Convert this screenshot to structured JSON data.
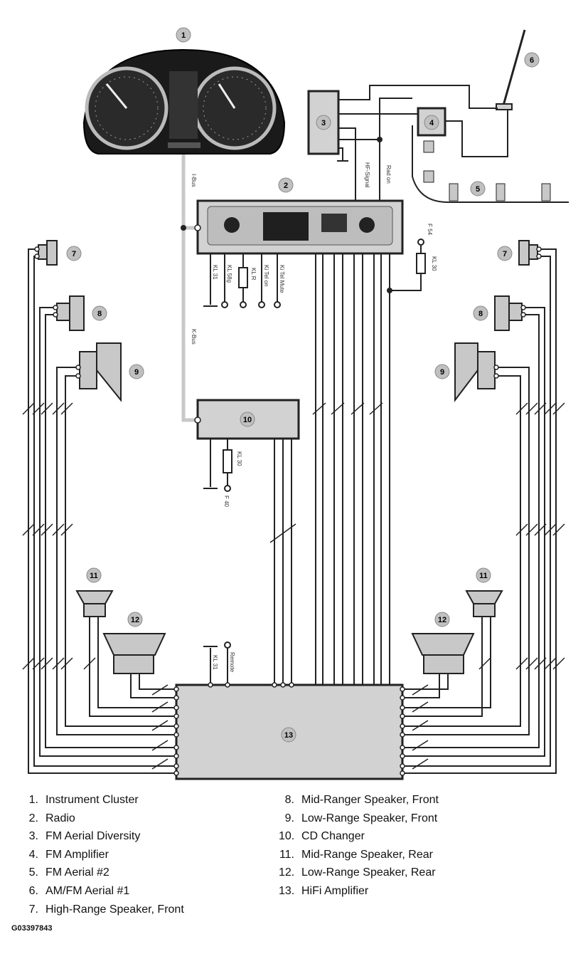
{
  "colors": {
    "wire": "#222222",
    "bus": "#c8c8c8",
    "box_fill": "#d2d2d2",
    "badge_fill": "#c0c0c0",
    "cluster": "#1a1a1a"
  },
  "callouts": {
    "c1": "1",
    "c2": "2",
    "c3": "3",
    "c4": "4",
    "c5": "5",
    "c6": "6",
    "c7": "7",
    "c8": "8",
    "c9": "9",
    "c10": "10",
    "c11": "11",
    "c12": "12",
    "c13": "13"
  },
  "wire_labels": {
    "ibus_top": "I-Bus",
    "kbus": "K-Bus",
    "hf_signal": "HF-Signal",
    "rad_on": "Rad on",
    "kl31_radio": "KL 31",
    "kl58g": "KL 58g",
    "kl_r": "KL R",
    "tel_on": "Ki Tel on",
    "tel_mute": "Ki Tel Mute",
    "f_fuse_radio": "F 54",
    "kl30_radio": "KL 30",
    "kl30_cd": "KL 30",
    "f_fuse_cd": "F 40",
    "kl31_amp": "KL 31",
    "remote": "Remote"
  },
  "legend": [
    {
      "num": "1.",
      "label": "Instrument Cluster"
    },
    {
      "num": "2.",
      "label": "Radio"
    },
    {
      "num": "3.",
      "label": "FM Aerial Diversity"
    },
    {
      "num": "4.",
      "label": "FM Amplifier"
    },
    {
      "num": "5.",
      "label": "FM Aerial #2"
    },
    {
      "num": "6.",
      "label": "AM/FM Aerial #1"
    },
    {
      "num": "7.",
      "label": "High-Range Speaker, Front"
    },
    {
      "num": "8.",
      "label": "Mid-Ranger Speaker, Front"
    },
    {
      "num": "9.",
      "label": "Low-Range Speaker, Front"
    },
    {
      "num": "10.",
      "label": "CD Changer"
    },
    {
      "num": "11.",
      "label": "Mid-Range Speaker, Rear"
    },
    {
      "num": "12.",
      "label": "Low-Range Speaker, Rear"
    },
    {
      "num": "13.",
      "label": "HiFi Amplifier"
    }
  ],
  "figure_code": "G03397843"
}
